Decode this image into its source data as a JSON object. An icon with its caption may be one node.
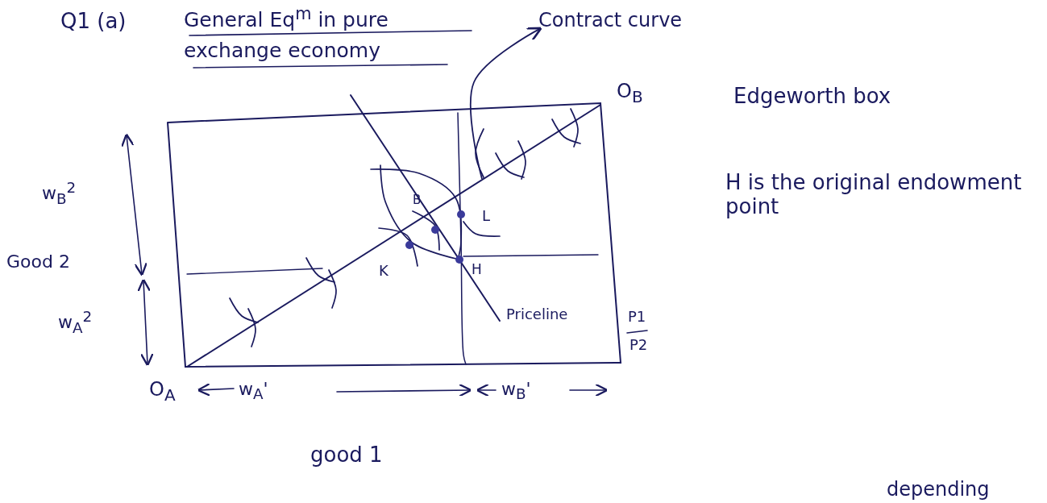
{
  "diagram": {
    "title": "General Eq$^{m}$ in pure exchange economy",
    "nodes": [
      {
        "text": [
          "Contract curve"
        ]
      },
      {
        "text": [],
        "shape": "line"
      }
    ],
    "edges": [
      {
        "from": 1,
        "to": 0,
        "arrow": "to"
      }
    ],
    "labels": [
      "Q1 (a)",
      "O$_{B}$",
      "Edgeworth box",
      "H is the original endowment point",
      "w$_{B}$$^{2}$",
      "Good 2",
      "K",
      "L",
      "B",
      "H",
      "Priceline",
      "P1",
      "P2",
      "w$_{A}$$^{2}$",
      "O$_{A}$",
      "w$_{A}$'",
      "w$_{B}$'",
      "good 1",
      "depending"
    ]
  }
}
